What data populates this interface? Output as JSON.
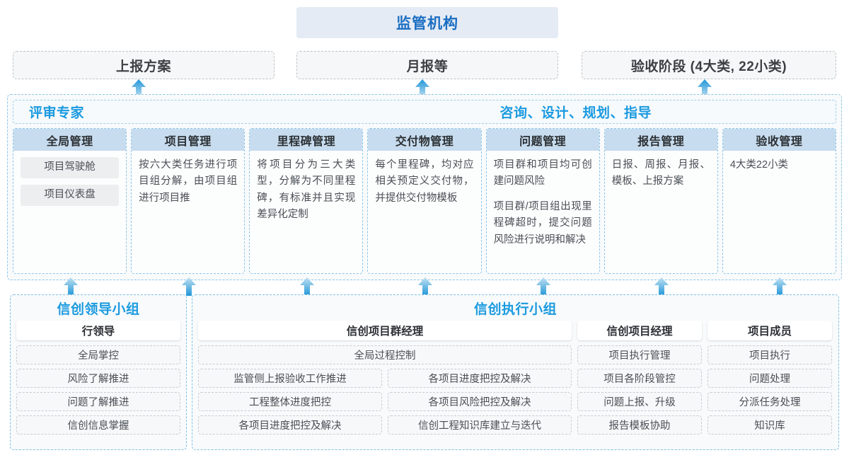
{
  "top": {
    "regulator": "监管机构",
    "reports": [
      "上报方案",
      "月报等",
      "验收阶段 (4大类, 22小类)"
    ]
  },
  "middle": {
    "left_title": "评审专家",
    "right_title": "咨询、设计、规划、指导",
    "columns": [
      {
        "head": "全局管理",
        "pills": [
          "项目驾驶舱",
          "项目仪表盘"
        ],
        "paragraphs": []
      },
      {
        "head": "项目管理",
        "pills": [],
        "paragraphs": [
          "按六大类任务进行项目组分解，由项目组进行项目推"
        ]
      },
      {
        "head": "里程碑管理",
        "pills": [],
        "paragraphs": [
          "将项目分为三大类型，分解为不同里程碑，有标准并且实现差异化定制"
        ]
      },
      {
        "head": "交付物管理",
        "pills": [],
        "paragraphs": [
          "每个里程碑，均对应相关预定义交付物，并提供交付物模板"
        ]
      },
      {
        "head": "问题管理",
        "pills": [],
        "paragraphs": [
          "项目群和项目均可创建问题风险",
          "项目群/项目组出现里程碑超时，提交问题风险进行说明和解决"
        ]
      },
      {
        "head": "报告管理",
        "pills": [],
        "paragraphs": [
          "日报、周报、月报、模板、上报方案"
        ]
      },
      {
        "head": "验收管理",
        "pills": [],
        "paragraphs": [
          "4大类22小类"
        ]
      }
    ]
  },
  "bottom": {
    "leader_group": {
      "title": "信创领导小组",
      "role": "行领导",
      "tasks": [
        "全局掌控",
        "风险了解推进",
        "问题了解推进",
        "信创信息掌握"
      ]
    },
    "exec_group": {
      "title": "信创执行小组",
      "program_manager": {
        "role": "信创项目群经理",
        "full_width_task": "全局过程控制",
        "left_tasks": [
          "监管侧上报验收工作推进",
          "工程整体进度把控",
          "各项目进度把控及解决"
        ],
        "right_tasks": [
          "各项目进度把控及解决",
          "各项目风险把控及解决",
          "信创工程知识库建立与迭代"
        ]
      },
      "project_manager": {
        "role": "信创项目经理",
        "tasks": [
          "项目执行管理",
          "项目各阶段管控",
          "问题上报、升级",
          "报告模板协助"
        ]
      },
      "project_member": {
        "role": "项目成员",
        "tasks": [
          "项目执行",
          "问题处理",
          "分派任务处理",
          "知识库"
        ]
      }
    }
  },
  "arrows": {
    "icon": "arrow-up-icon",
    "top_row_x": [
      196,
      597,
      996
    ],
    "bottom_row_x": [
      100,
      267,
      434,
      601,
      768,
      935,
      1102
    ],
    "color_top": "#2196d8",
    "color_bottom": "#bfe0f2"
  },
  "colors": {
    "accent_blue": "#1b9ae0",
    "header_blue": "#1b6ec2",
    "col_head_bg": "#c7dcee",
    "regulator_bg": "#e5ebf4"
  }
}
